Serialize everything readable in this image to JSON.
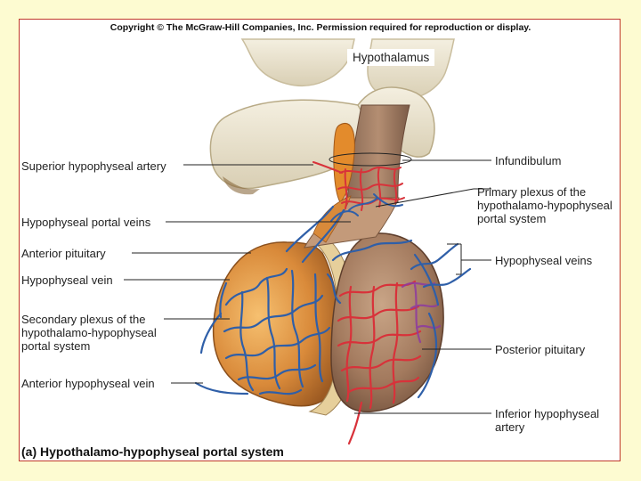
{
  "copyright": "Copyright © The McGraw-Hill Companies, Inc. Permission required for reproduction or display.",
  "labels": {
    "hypothalamus": "Hypothalamus",
    "superior_artery": "Superior hypophyseal artery",
    "portal_veins": "Hypophyseal portal veins",
    "anterior_pituitary": "Anterior pituitary",
    "hypophyseal_vein": "Hypophyseal vein",
    "secondary_plexus": [
      "Secondary plexus of the",
      "hypothalamo-hypophyseal",
      "portal system"
    ],
    "anterior_vein": "Anterior hypophyseal vein",
    "infundibulum": "Infundibulum",
    "primary_plexus": [
      "Primary plexus of the",
      "hypothalamo-hypophyseal",
      "portal system"
    ],
    "hypophyseal_veins": "Hypophyseal veins",
    "posterior_pituitary": "Posterior pituitary",
    "inferior_artery": [
      "Inferior hypophyseal",
      "artery"
    ]
  },
  "caption": "(a) Hypothalamo-hypophyseal portal system",
  "colors": {
    "background": "#fdfbd1",
    "frame_border": "#c0392b",
    "artery": "#d8323a",
    "vein": "#2f5fa8",
    "anterior_lobe": "#d98a3a",
    "posterior_lobe": "#a37a5e",
    "brain_tissue": "#ede7d4"
  }
}
